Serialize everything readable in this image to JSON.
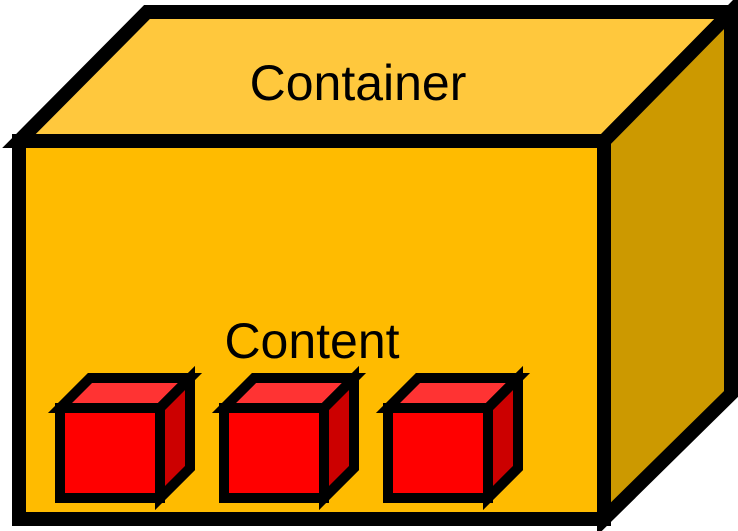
{
  "container": {
    "label": "Container",
    "colors": {
      "top": "#FFC83D",
      "front": "#FFBB00",
      "side": "#CC9900",
      "outline": "#000000"
    }
  },
  "content": {
    "label": "Content",
    "cube_count": 3,
    "colors": {
      "top": "#FF3333",
      "front": "#FF0000",
      "side": "#CC0000",
      "outline": "#000000"
    }
  }
}
